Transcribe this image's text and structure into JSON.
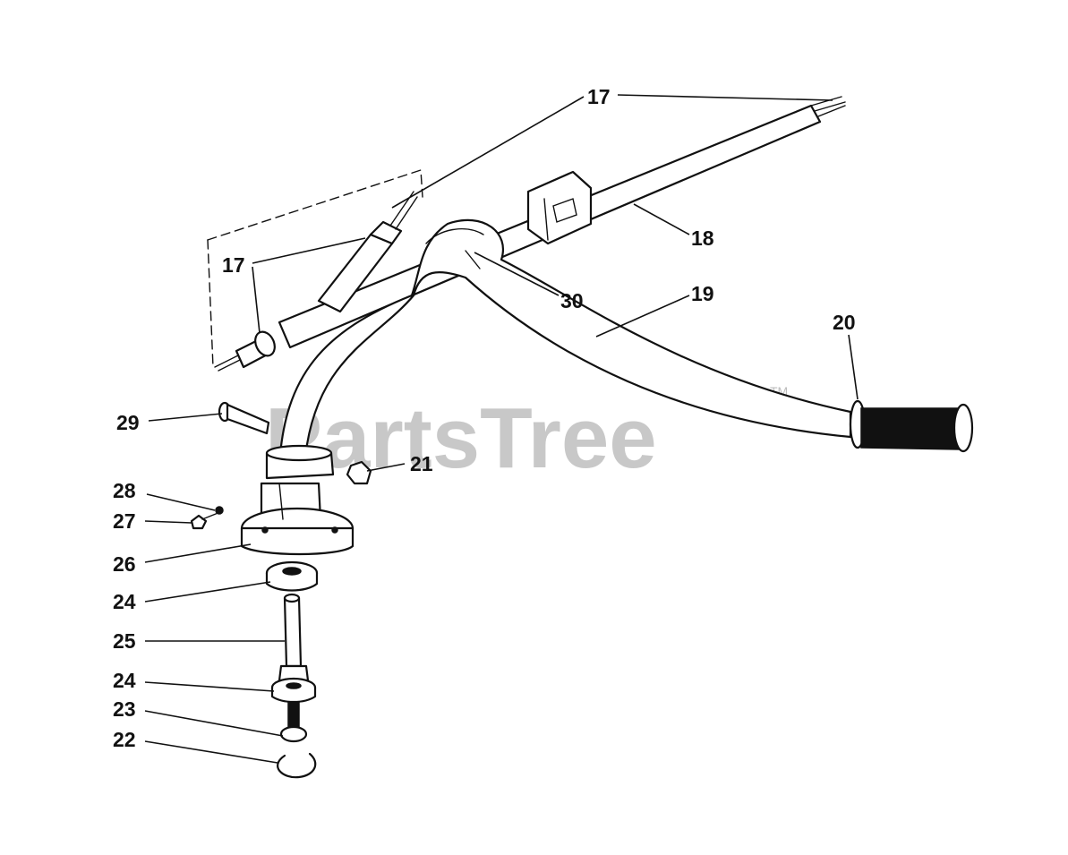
{
  "watermark": {
    "text": "PartsTree",
    "trademark": "TM"
  },
  "callouts": [
    {
      "id": "c17a",
      "label": "17"
    },
    {
      "id": "c17b",
      "label": "17"
    },
    {
      "id": "c18",
      "label": "18"
    },
    {
      "id": "c19",
      "label": "19"
    },
    {
      "id": "c30",
      "label": "30"
    },
    {
      "id": "c20",
      "label": "20"
    },
    {
      "id": "c29",
      "label": "29"
    },
    {
      "id": "c21",
      "label": "21"
    },
    {
      "id": "c28",
      "label": "28"
    },
    {
      "id": "c27",
      "label": "27"
    },
    {
      "id": "c26",
      "label": "26"
    },
    {
      "id": "c24a",
      "label": "24"
    },
    {
      "id": "c25",
      "label": "25"
    },
    {
      "id": "c24b",
      "label": "24"
    },
    {
      "id": "c23",
      "label": "23"
    },
    {
      "id": "c22",
      "label": "22"
    }
  ],
  "colors": {
    "line": "#111111",
    "watermark": "#c8c8c8",
    "background": "#ffffff"
  }
}
